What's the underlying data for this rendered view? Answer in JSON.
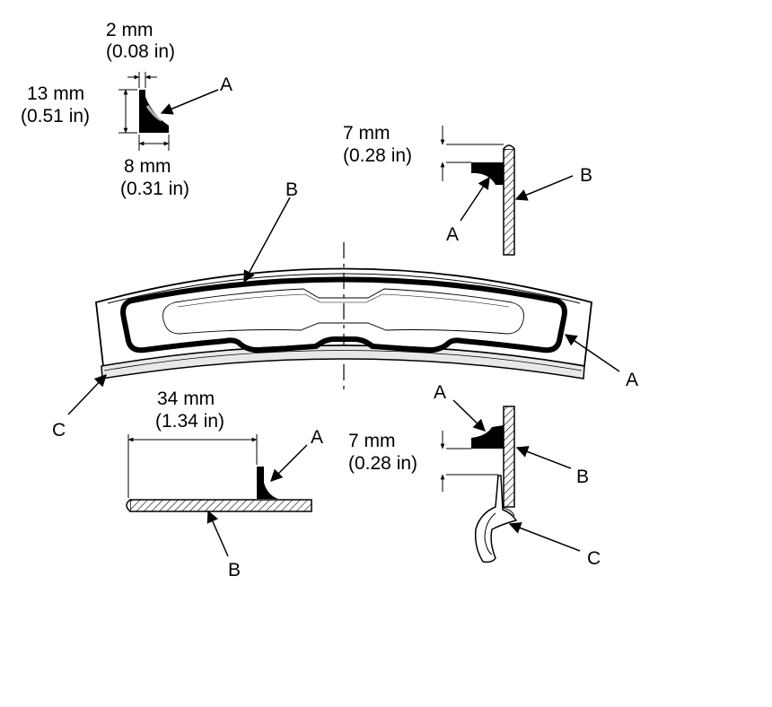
{
  "dimensions": {
    "bead_top_width": {
      "mm": "2 mm",
      "inch": "(0.08 in)"
    },
    "bead_height": {
      "mm": "13 mm",
      "inch": "(0.51 in)"
    },
    "bead_base_width": {
      "mm": "8 mm",
      "inch": "(0.31 in)"
    },
    "top_section_offset": {
      "mm": "7 mm",
      "inch": "(0.28 in)"
    },
    "bottom_section_offset": {
      "mm": "7 mm",
      "inch": "(0.28 in)"
    },
    "edge_distance": {
      "mm": "34 mm",
      "inch": "(1.34 in)"
    }
  },
  "callouts": {
    "bead_profile": "A",
    "glass_top": "B",
    "glass_bead": "A",
    "glass_molding": "C",
    "top_section_bead": "A",
    "top_section_panel": "B",
    "bottom_section_bead": "A",
    "bottom_section_panel": "B",
    "bottom_section_molding": "C",
    "edge_section_bead": "A",
    "edge_section_panel": "B"
  }
}
